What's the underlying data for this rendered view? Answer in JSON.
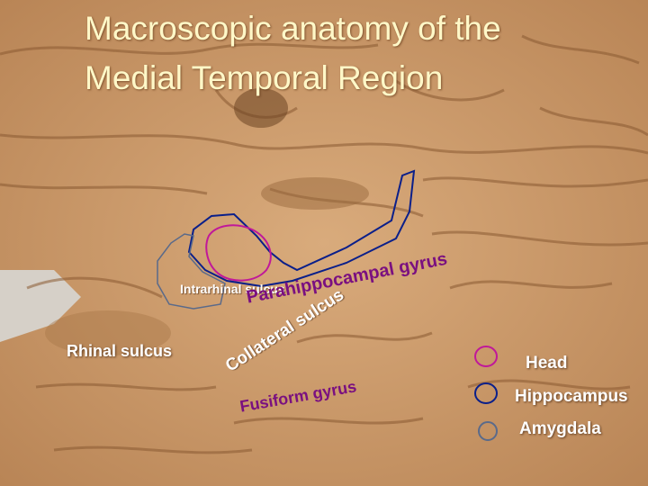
{
  "title": "Macroscopic anatomy of the Medial Temporal Region",
  "labels": {
    "intrarhinal": "Intrarhinal sulcus",
    "parahippocampal": "Parahippocampal gyrus",
    "collateral": "Collateral sulcus",
    "rhinal": "Rhinal sulcus",
    "fusiform": "Fusiform gyrus"
  },
  "legend": [
    {
      "label": "Head",
      "color": "#c0189a"
    },
    {
      "label": "Hippocampus",
      "color": "#0a1f8a"
    },
    {
      "label": "Amygdala",
      "color": "#5a6a8a"
    }
  ],
  "colors": {
    "purple_label": "#7a1080",
    "white_label": "#ffffff",
    "outline_head": "#c0189a",
    "outline_hippocampus": "#0a1f8a",
    "outline_amygdala": "#5a6a8a"
  }
}
